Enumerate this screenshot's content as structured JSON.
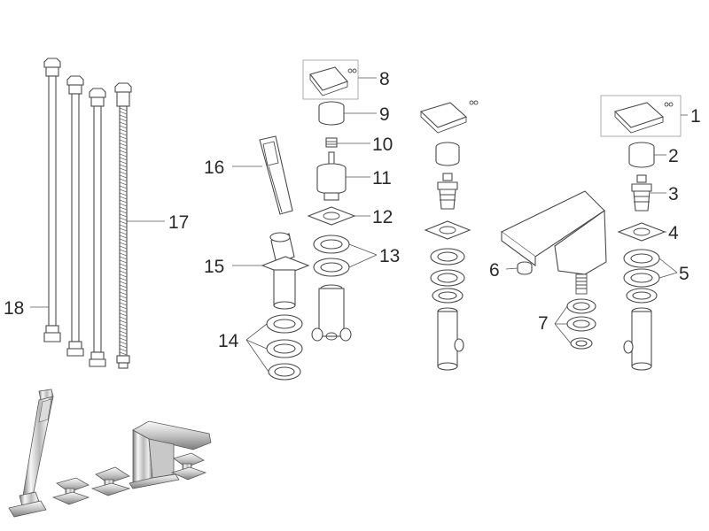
{
  "callouts": [
    {
      "id": "1",
      "text": "1"
    },
    {
      "id": "2",
      "text": "2"
    },
    {
      "id": "3",
      "text": "3"
    },
    {
      "id": "4",
      "text": "4"
    },
    {
      "id": "5",
      "text": "5"
    },
    {
      "id": "6",
      "text": "6"
    },
    {
      "id": "7",
      "text": "7"
    },
    {
      "id": "8",
      "text": "8"
    },
    {
      "id": "9",
      "text": "9"
    },
    {
      "id": "10",
      "text": "10"
    },
    {
      "id": "11",
      "text": "11"
    },
    {
      "id": "12",
      "text": "12"
    },
    {
      "id": "13",
      "text": "13"
    },
    {
      "id": "14",
      "text": "14"
    },
    {
      "id": "15",
      "text": "15"
    },
    {
      "id": "16",
      "text": "16"
    },
    {
      "id": "17",
      "text": "17"
    },
    {
      "id": "18",
      "text": "18"
    }
  ],
  "colors": {
    "line": "#4a4a4a",
    "chrome_light": "#f2f2f2",
    "chrome_dark": "#6e6e6e"
  }
}
